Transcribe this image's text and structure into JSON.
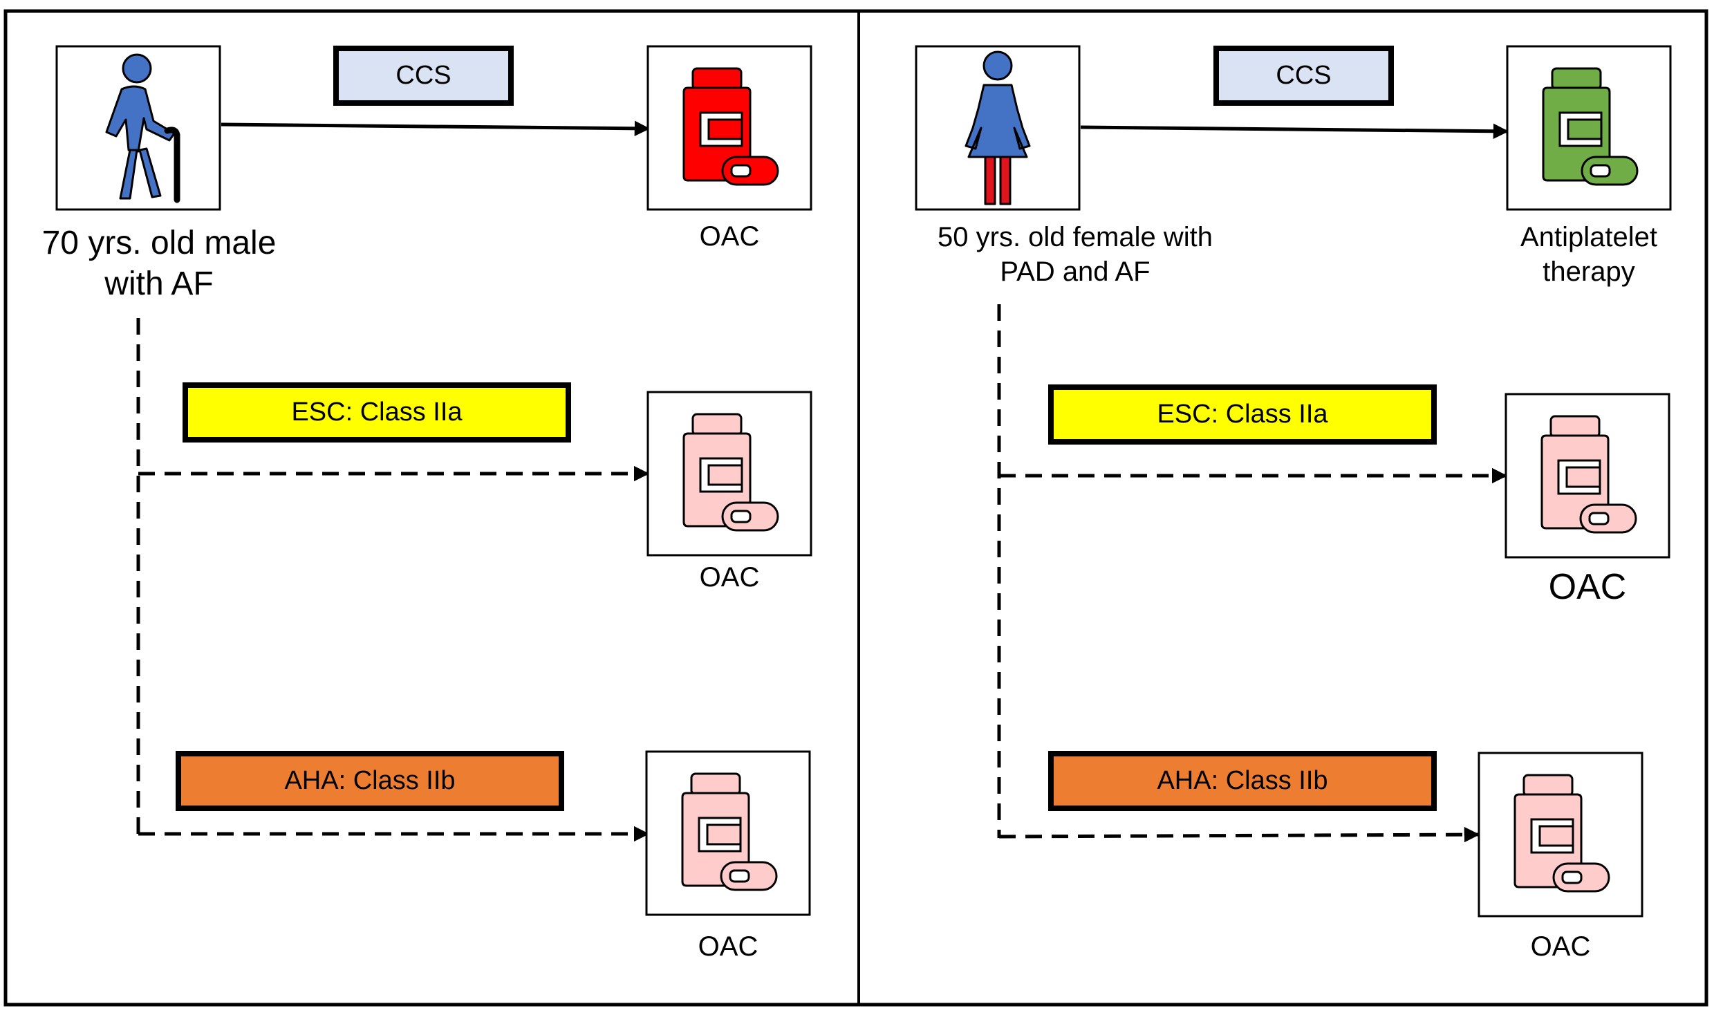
{
  "panels": [
    {
      "patient": {
        "icon": "elderly-man-with-cane-icon",
        "description": "70 yrs. old male with AF"
      },
      "ccs": {
        "label": "CCS",
        "drug_icon": "red-medicine-bottle-icon",
        "drug": "OAC",
        "color": "#ff0000"
      },
      "esc": {
        "label": "ESC: Class IIa",
        "drug_icon": "pink-medicine-bottle-icon",
        "drug": "OAC",
        "color": "#ffff00"
      },
      "aha": {
        "label": "AHA: Class IIb",
        "drug_icon": "pink-medicine-bottle-icon",
        "drug": "OAC",
        "color": "#ed7d31"
      }
    },
    {
      "patient": {
        "icon": "woman-icon",
        "description": "50 yrs. old female with PAD and AF"
      },
      "ccs": {
        "label": "CCS",
        "drug_icon": "green-medicine-bottle-icon",
        "drug": "Antiplatelet therapy",
        "color": "#70ad47"
      },
      "esc": {
        "label": "ESC: Class IIa",
        "drug_icon": "pink-medicine-bottle-icon",
        "drug": "OAC",
        "color": "#ffff00"
      },
      "aha": {
        "label": "AHA: Class IIb",
        "drug_icon": "pink-medicine-bottle-icon",
        "drug": "OAC",
        "color": "#ed7d31"
      }
    }
  ],
  "colors": {
    "ccs_badge": "#dae3f3",
    "pink_drug": "#ffcccc",
    "person_blue": "#4472c4",
    "leg_red": "#e0141c"
  }
}
